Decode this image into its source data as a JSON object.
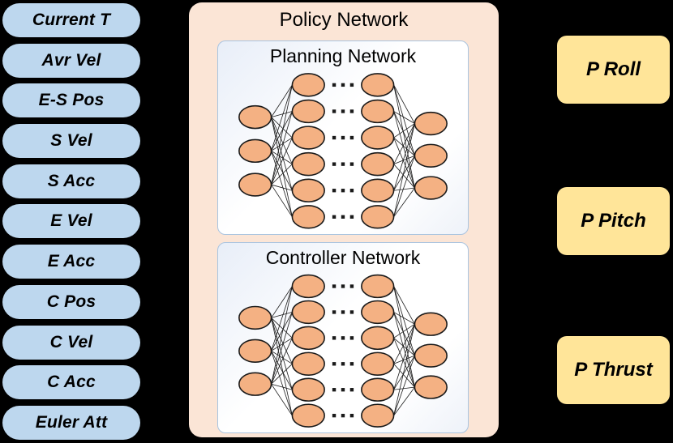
{
  "background_color": "#000000",
  "inputs": {
    "pill_color": "#bdd7ee",
    "items": [
      {
        "label": "Current T"
      },
      {
        "label": "Avr Vel"
      },
      {
        "label": "E-S Pos"
      },
      {
        "label": "S Vel"
      },
      {
        "label": "S Acc"
      },
      {
        "label": "E Vel"
      },
      {
        "label": "E Acc"
      },
      {
        "label": "C Pos"
      },
      {
        "label": "C Vel"
      },
      {
        "label": "C Acc"
      },
      {
        "label": "Euler Att"
      }
    ]
  },
  "policy": {
    "title": "Policy Network",
    "panel_color": "#fbe5d6",
    "subnets": [
      {
        "title": "Planning Network",
        "node_color": "#f4b183",
        "layers": [
          3,
          6,
          6,
          3
        ],
        "ellipsis_rows": 6,
        "ellipsis_glyph": "..."
      },
      {
        "title": "Controller Network",
        "node_color": "#f4b183",
        "layers": [
          3,
          6,
          6,
          3
        ],
        "ellipsis_rows": 6,
        "ellipsis_glyph": "..."
      }
    ]
  },
  "outputs": {
    "box_color": "#ffe599",
    "items": [
      {
        "label": "P Roll"
      },
      {
        "label": "P Pitch"
      },
      {
        "label": "P Thrust"
      }
    ]
  }
}
